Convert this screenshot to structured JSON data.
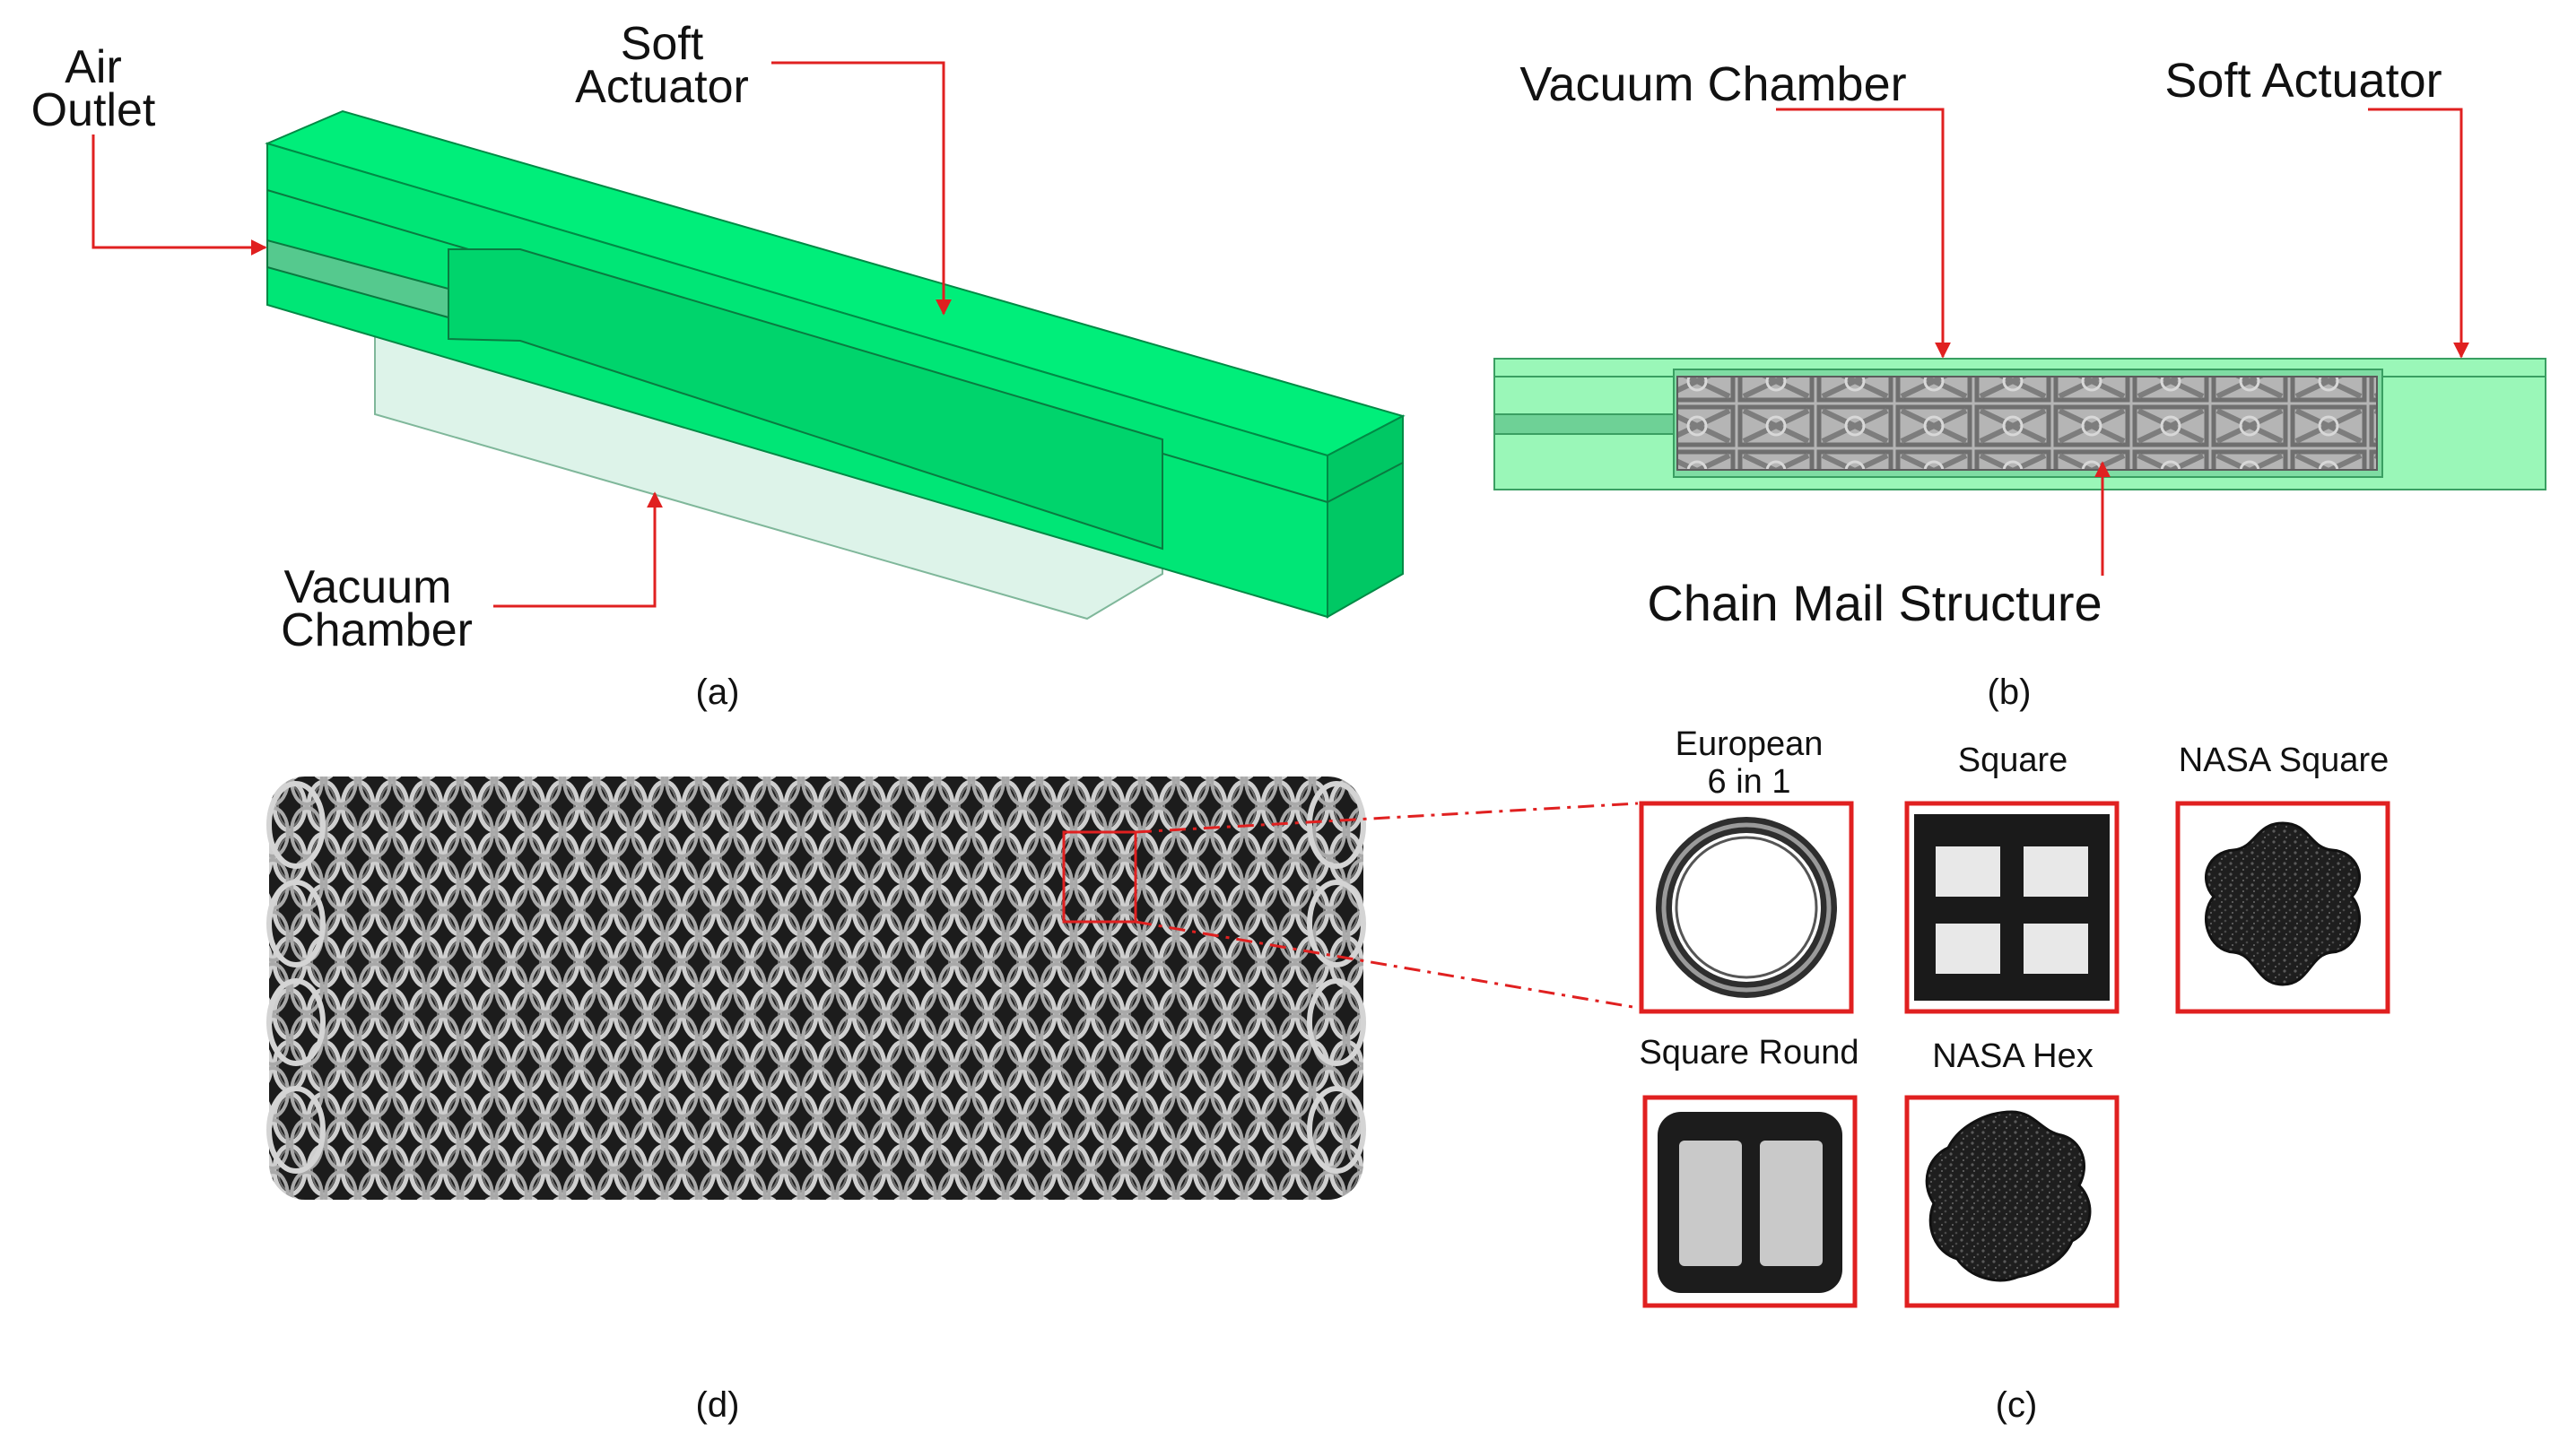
{
  "panel_a": {
    "air_outlet_line1": "Air",
    "air_outlet_line2": "Outlet",
    "soft_actuator_line1": "Soft",
    "soft_actuator_line2": "Actuator",
    "vacuum_chamber_line1": "Vacuum",
    "vacuum_chamber_line2": "Chamber",
    "caption": "(a)"
  },
  "panel_b": {
    "vacuum_chamber": "Vacuum Chamber",
    "soft_actuator": "Soft Actuator",
    "chain_mail_structure": "Chain Mail Structure",
    "caption": "(b)"
  },
  "panel_c": {
    "european_line1": "European",
    "european_line2": "6 in 1",
    "square": "Square",
    "nasa_square": "NASA Square",
    "square_round": "Square Round",
    "nasa_hex": "NASA Hex",
    "caption": "(c)"
  },
  "panel_d": {
    "caption": "(d)"
  },
  "colors": {
    "actuator_green": "#00ee7a",
    "actuator_side": "#00c864",
    "annotation_red": "#e02020",
    "panel_b_fill": "#9af7b8",
    "chain_grey": "#8a8a8a"
  }
}
